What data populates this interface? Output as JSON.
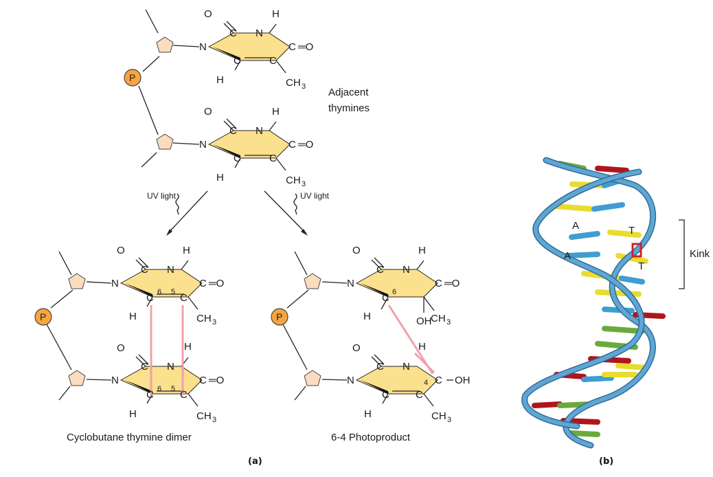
{
  "labels": {
    "adjacent_line1": "Adjacent",
    "adjacent_line2": "thymines",
    "uv_light": "UV light",
    "cyclobutane": "Cyclobutane thymine dimer",
    "photoproduct": "6-4 Photoproduct",
    "panel_a": "(a)",
    "panel_b": "(b)",
    "kink": "Kink"
  },
  "atoms": {
    "N": "N",
    "C": "C",
    "O": "O",
    "H": "H",
    "CH3": "CH",
    "CH3_sub": "3",
    "OH": "OH",
    "eq_O": "═O",
    "P": "P"
  },
  "numbers": {
    "six": "6",
    "five": "5",
    "four": "4"
  },
  "bases": {
    "A": "A",
    "T": "T"
  },
  "colors": {
    "ring": "#fbe08e",
    "sugar": "#fcdcbf",
    "phosphate": "#f8a440",
    "crosslink": "#f0a1ab",
    "backbone": "#5fa6d4",
    "adenine": "#3f9dd1",
    "thymine": "#e8dc2e",
    "guanine": "#6aaa3a",
    "cytosine": "#b0151e"
  }
}
